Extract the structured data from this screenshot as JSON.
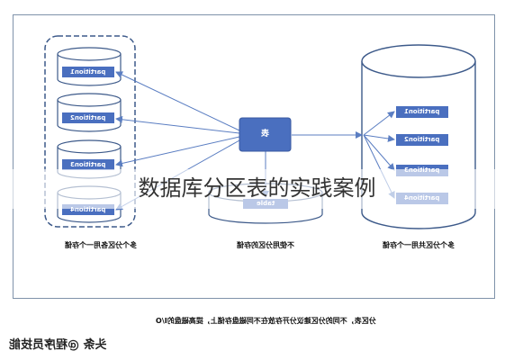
{
  "diagram": {
    "table_label": "表",
    "left_partitions": [
      "partition1",
      "partition2",
      "partition3",
      "partition4"
    ],
    "middle_table": "table",
    "right_partitions": [
      "partition1",
      "partition2",
      "partition3",
      "partition4"
    ],
    "caption_left": "多个分区各用一个存储",
    "caption_middle": "不使用分区的存储",
    "caption_right": "多个分区共用一个存储",
    "note": "分区表，不同的分区建议分开存放在不同磁盘存储上，提高磁盘的I/O",
    "colors": {
      "box_blue": "#4a6fbf",
      "frame": "#7f92aa",
      "arrow": "#5b7ec2"
    }
  },
  "watermark": "头条 @程序员技能",
  "banner": {
    "title": "数据库分区表的实践案例"
  }
}
